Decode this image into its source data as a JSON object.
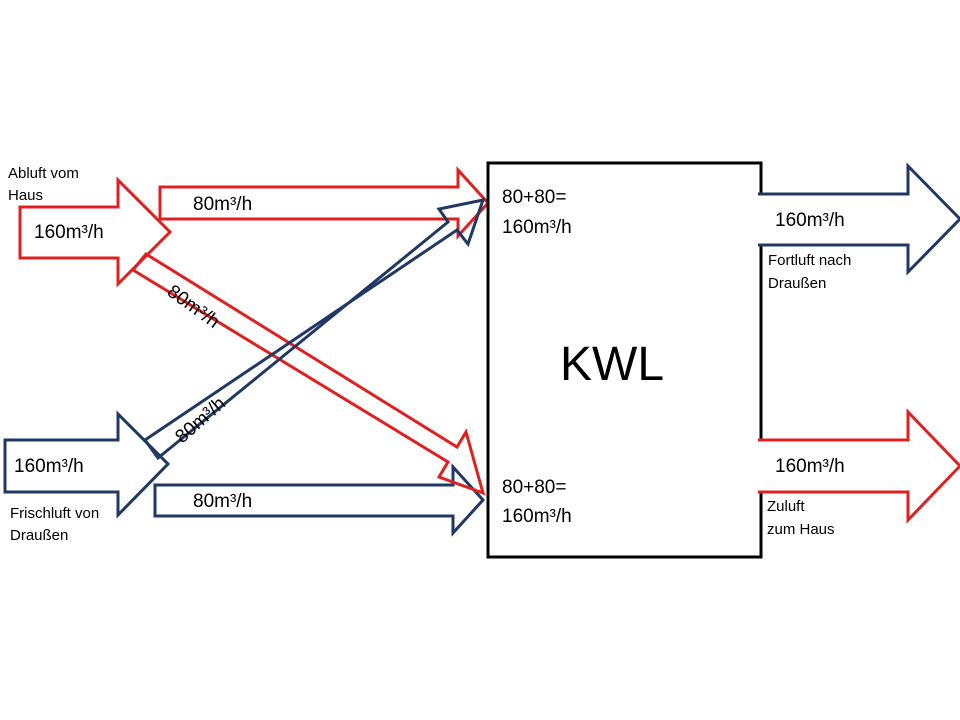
{
  "colors": {
    "exhaust": "#e02020",
    "fresh": "#1f3864",
    "box": "#000000",
    "text": "#000000"
  },
  "left_top": {
    "label_line1": "Abluft vom",
    "label_line2": "Haus",
    "flow": "160m³/h"
  },
  "left_bottom": {
    "label_line1": "Frischluft von",
    "label_line2": "Draußen",
    "flow": "160m³/h"
  },
  "branches": {
    "exhaust_straight": "80m³/h",
    "exhaust_diagonal": "80m³/h",
    "fresh_diagonal": "80m³/h",
    "fresh_straight": "80m³/h"
  },
  "unit": {
    "title": "KWL",
    "top_sum_line1": "80+80=",
    "top_sum_line2": "160m³/h",
    "bottom_sum_line1": "80+80=",
    "bottom_sum_line2": "160m³/h"
  },
  "right_top": {
    "flow": "160m³/h",
    "label_line1": "Fortluft nach",
    "label_line2": "Draußen"
  },
  "right_bottom": {
    "flow": "160m³/h",
    "label_line1": "Zuluft",
    "label_line2": "zum Haus"
  }
}
